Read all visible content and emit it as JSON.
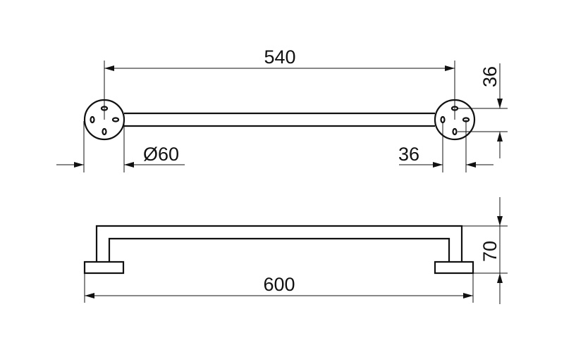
{
  "drawing": {
    "top_view": {
      "center_distance": "540",
      "rosette_diameter": "Ø60",
      "hole_spacing_horizontal": "36",
      "hole_spacing_vertical": "36"
    },
    "side_view": {
      "overall_length": "600",
      "projection": "70"
    }
  }
}
